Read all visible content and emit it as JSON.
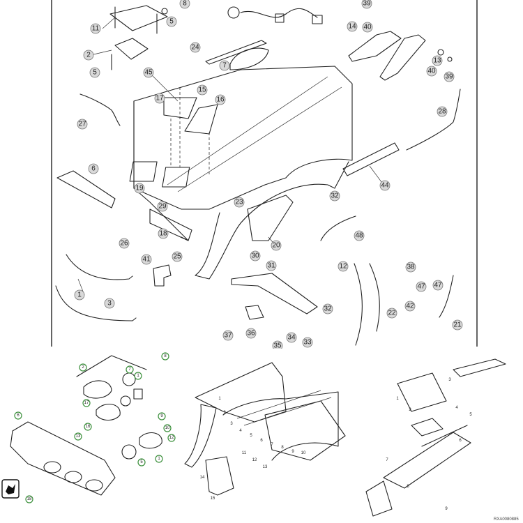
{
  "main_diagram": {
    "callouts": [
      "1",
      "2",
      "3",
      "5",
      "5",
      "6",
      "7",
      "8",
      "11",
      "12",
      "13",
      "14",
      "15",
      "16",
      "17",
      "18",
      "19",
      "20",
      "21",
      "22",
      "23",
      "24",
      "25",
      "26",
      "27",
      "28",
      "29",
      "30",
      "31",
      "32",
      "32",
      "33",
      "34",
      "35",
      "36",
      "37",
      "38",
      "39",
      "39",
      "40",
      "40",
      "41",
      "42",
      "44",
      "45",
      "47",
      "47",
      "48"
    ]
  },
  "sub_bumper": {
    "callouts": [
      "1",
      "1",
      "2",
      "5",
      "6",
      "7",
      "8",
      "9",
      "10",
      "12",
      "13",
      "16",
      "17",
      "18"
    ]
  },
  "sub_hood": {
    "label_nums": [
      "1",
      "2",
      "3",
      "4",
      "5",
      "6",
      "7",
      "8",
      "9",
      "10",
      "11",
      "12",
      "13",
      "14",
      "15"
    ]
  },
  "sub_frame": {
    "ref_code": "RXA0080885"
  },
  "colors": {
    "line": "#222222",
    "callout_fill": "#d9d9d9",
    "green": "#3a8f3a",
    "background": "#ffffff"
  },
  "icon_names": [
    "deere-logo-icon"
  ]
}
